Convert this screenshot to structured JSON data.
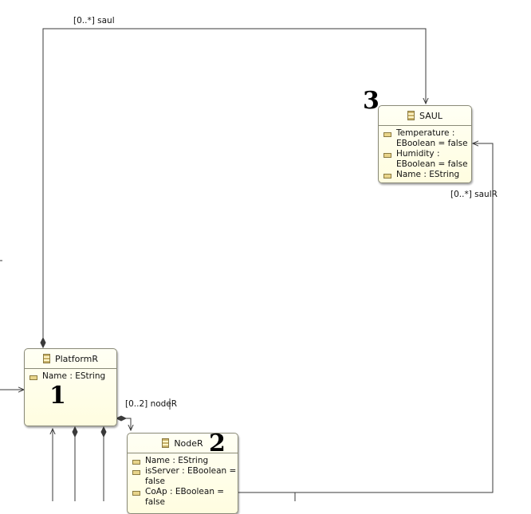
{
  "classes": {
    "saul": {
      "name": "SAUL",
      "attributes": [
        "Temperature : EBoolean = false",
        "Humidity : EBoolean = false",
        "Name : EString"
      ]
    },
    "platform": {
      "name": "PlatformR",
      "attributes": [
        "Name : EString"
      ]
    },
    "node": {
      "name": "NodeR",
      "attributes": [
        "Name : EString",
        "isServer : EBoolean = false",
        "CoAp : EBoolean = false"
      ]
    }
  },
  "edges": {
    "saul_ref": "[0..*] saul",
    "saulr_ref": "[0..*] saulR",
    "noder_ref": "[0..2] nodeR"
  },
  "annotations": {
    "platform_mark": "1",
    "node_mark": "2",
    "saul_mark": "3"
  },
  "colors": {
    "line": "#3a3a3a",
    "class_fill": "#fffde0",
    "class_border": "#8a8a78"
  }
}
